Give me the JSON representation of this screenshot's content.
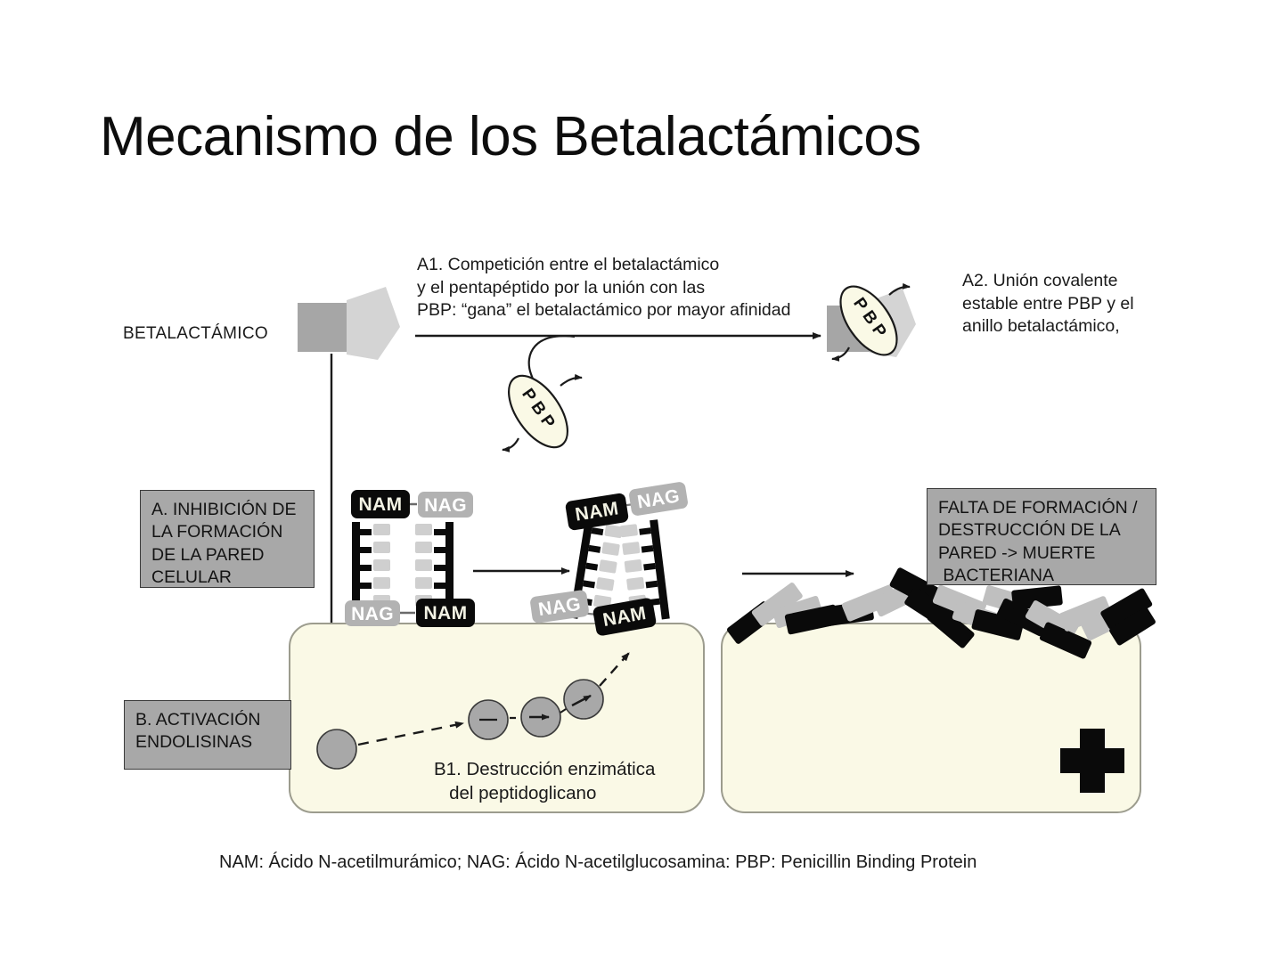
{
  "slide": {
    "title": "Mecanismo de los Betalactámicos",
    "background_color": "#ffffff",
    "title_color": "#0d0d0d"
  },
  "diagram": {
    "betalactamico_label": "BETALACTÁMICO",
    "annotations": {
      "a1": "A1. Competición entre el betalactámico\ny el pentapéptido por la unión con las\nPBP: “gana” el betalactámico por mayor afinidad",
      "a2": "A2. Unión covalente\nestable entre PBP y el\nanillo betalactámico,",
      "b1": "B1. Destrucción enzimática\n   del peptidoglicano"
    },
    "boxes": [
      {
        "id": "box-inhibicion",
        "text": "A. INHIBICIÓN DE\nLA FORMACIÓN\nDE LA PARED\nCELULAR",
        "fill": "#a8a8a8",
        "border": "#3a3a3a"
      },
      {
        "id": "box-endolisinas",
        "text": "B. ACTIVACIÓN\nENDOLISINAS",
        "fill": "#a8a8a8",
        "border": "#3a3a3a"
      },
      {
        "id": "box-falta-formacion",
        "text": "FALTA DE FORMACIÓN /\nDESTRUCCIÓN DE LA\nPARED -> MUERTE\n BACTERIANA",
        "fill": "#a8a8a8",
        "border": "#3a3a3a"
      }
    ],
    "pbp_label": "PBP",
    "nam_label": "NAM",
    "nag_label": "NAG",
    "peptidoglycan_groups": [
      {
        "id": "group-intact",
        "nam_top": "NAM",
        "nag_top": "NAG",
        "nag_bottom": "NAG",
        "nam_bottom": "NAM"
      },
      {
        "id": "group-breaking",
        "nam_top": "NAM",
        "nag_top": "NAG",
        "nag_bottom": "NAG",
        "nam_bottom": "NAM"
      }
    ],
    "colors": {
      "nam_fill": "#0a0a0a",
      "nam_text": "#f2f2e4",
      "nag_fill": "#b2b2b2",
      "nag_text": "#ffffff",
      "cell_fill": "#faf9e6",
      "cell_border": "#9c9c8e",
      "enzyme_fill": "#a8a8a8",
      "enzyme_stroke": "#3a3a3a",
      "drug_square": "#a6a6a6",
      "drug_ring": "#d4d4d4",
      "pbp_fill": "#faf9e6",
      "pbp_stroke": "#1a1a1a",
      "arrow": "#1a1a1a"
    },
    "footnote": "NAM: Ácido N-acetilmurámico; NAG: Ácido N-acetilglucosamina: PBP: Penicillin Binding Protein"
  }
}
